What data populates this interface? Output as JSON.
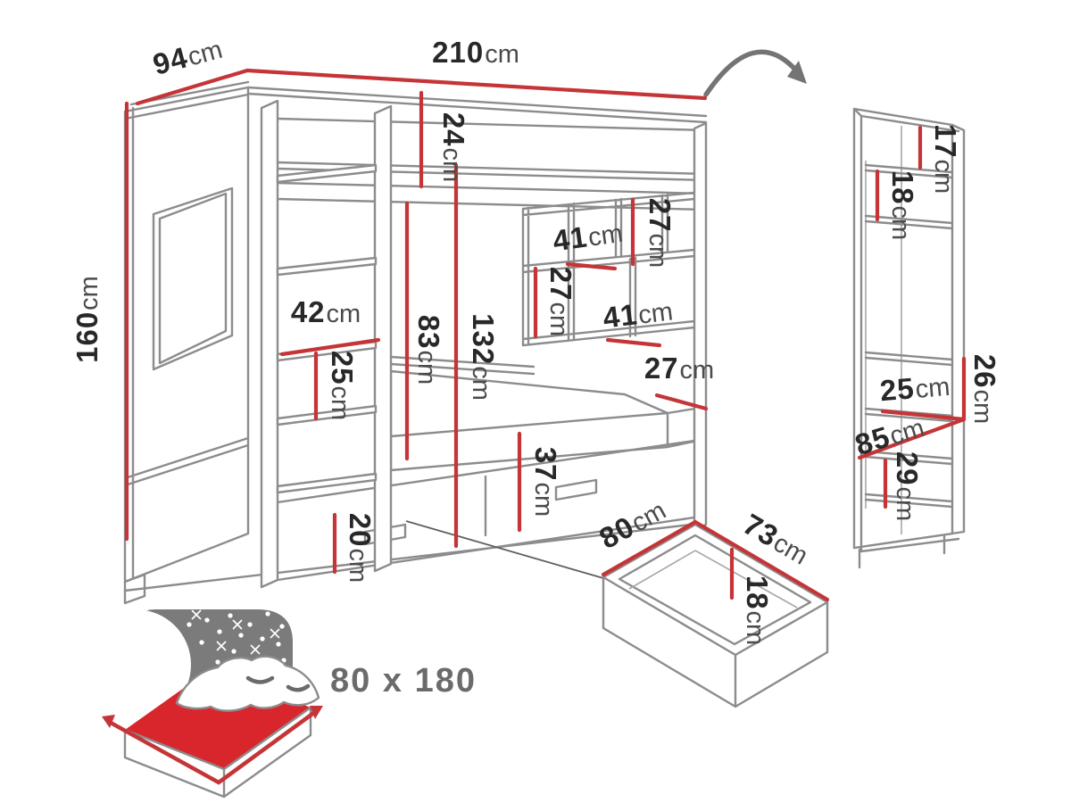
{
  "colors": {
    "dimension_red": "#c53437",
    "outline_gray": "#8c8c8c",
    "number_text": "#282828",
    "unit_text": "#4b4b4b",
    "icon_gray": "#7b7b7b",
    "icon_red": "#d9262c"
  },
  "bunk_bed": {
    "width": {
      "value": "210",
      "unit": "cm"
    },
    "depth": {
      "value": "94",
      "unit": "cm"
    },
    "height": {
      "value": "160",
      "unit": "cm"
    },
    "guard_rail_height": {
      "value": "24",
      "unit": "cm"
    },
    "clearance_under_upper_bunk": {
      "value": "83",
      "unit": "cm"
    },
    "upper_bunk_height": {
      "value": "132",
      "unit": "cm"
    },
    "shelf_opening_width": {
      "value": "42",
      "unit": "cm"
    },
    "shelf_opening_height": {
      "value": "25",
      "unit": "cm"
    },
    "plinth_height": {
      "value": "20",
      "unit": "cm"
    },
    "drawer_front_height": {
      "value": "37",
      "unit": "cm"
    },
    "headboard_shelf": {
      "top_opening_height": {
        "value": "27",
        "unit": "cm"
      },
      "upper_opening_width": {
        "value": "41",
        "unit": "cm"
      },
      "lower_opening_height": {
        "value": "27",
        "unit": "cm"
      },
      "lower_opening_width": {
        "value": "41",
        "unit": "cm"
      }
    },
    "side_rail_depth": {
      "value": "27",
      "unit": "cm"
    }
  },
  "wardrobe_cabinet": {
    "top_shelf_height": {
      "value": "17",
      "unit": "cm"
    },
    "second_shelf_height": {
      "value": "18",
      "unit": "cm"
    },
    "niche_height": {
      "value": "26",
      "unit": "cm"
    },
    "shelf_depth": {
      "value": "25",
      "unit": "cm"
    },
    "middle_section_height": {
      "value": "85",
      "unit": "cm"
    },
    "bottom_shelf_height": {
      "value": "29",
      "unit": "cm"
    }
  },
  "storage_drawer": {
    "width": {
      "value": "80",
      "unit": "cm"
    },
    "depth": {
      "value": "73",
      "unit": "cm"
    },
    "inner_height": {
      "value": "18",
      "unit": "cm"
    }
  },
  "mattress_size_badge": {
    "label": "80 x 180"
  }
}
